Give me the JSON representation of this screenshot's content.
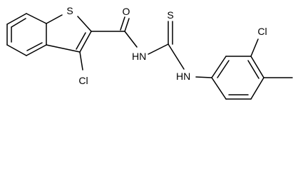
{
  "molecule": {
    "atoms": {
      "ring_sulfur": "S",
      "carbonyl_oxygen": "O",
      "thioamide_sulfur": "S",
      "amide_nh": "HN",
      "aryl_nh": "HN",
      "chlorine_thiophene": "Cl",
      "chlorine_aryl": "Cl"
    }
  }
}
